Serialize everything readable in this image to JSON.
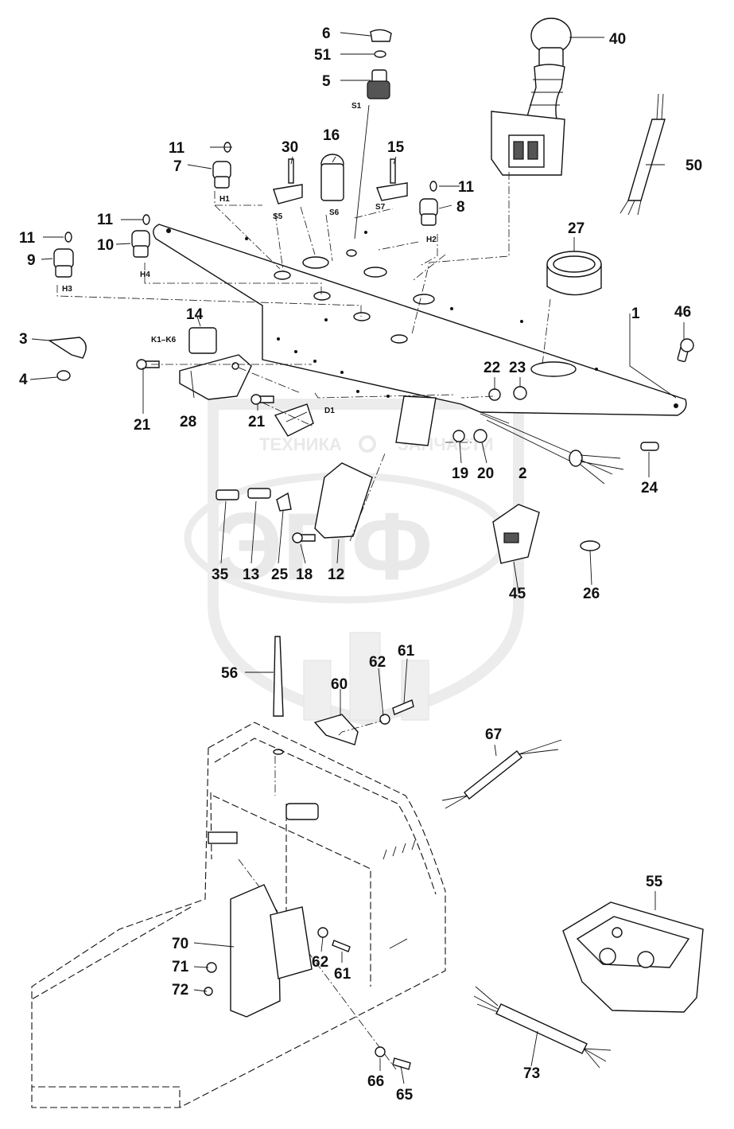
{
  "watermark": {
    "top_left": "ТЕХНИКА",
    "top_right": "ЗАПЧАСТИ",
    "big_letters": "ЭПФ"
  },
  "callouts": {
    "c1": "1",
    "c2": "2",
    "c3": "3",
    "c4": "4",
    "c5": "5",
    "c6": "6",
    "c7": "7",
    "c8": "8",
    "c9": "9",
    "c10": "10",
    "c11a": "11",
    "c11b": "11",
    "c11c": "11",
    "c11d": "11",
    "c12": "12",
    "c13": "13",
    "c14": "14",
    "c15": "15",
    "c16": "16",
    "c18": "18",
    "c19": "19",
    "c20": "20",
    "c21a": "21",
    "c21b": "21",
    "c22": "22",
    "c23": "23",
    "c24": "24",
    "c25": "25",
    "c26": "26",
    "c27": "27",
    "c28": "28",
    "c30": "30",
    "c35": "35",
    "c40": "40",
    "c45": "45",
    "c46": "46",
    "c50": "50",
    "c51": "51",
    "c55": "55",
    "c56": "56",
    "c60": "60",
    "c61a": "61",
    "c61b": "61",
    "c62a": "62",
    "c62b": "62",
    "c65": "65",
    "c66": "66",
    "c67": "67",
    "c70": "70",
    "c71": "71",
    "c72": "72",
    "c73": "73"
  },
  "tags": {
    "s1": "S1",
    "s5": "S5",
    "s6": "S6",
    "s7": "S7",
    "h1": "H1",
    "h2": "H2",
    "h3": "H3",
    "h4": "H4",
    "k1k6": "K1–K6",
    "d1": "D1"
  }
}
